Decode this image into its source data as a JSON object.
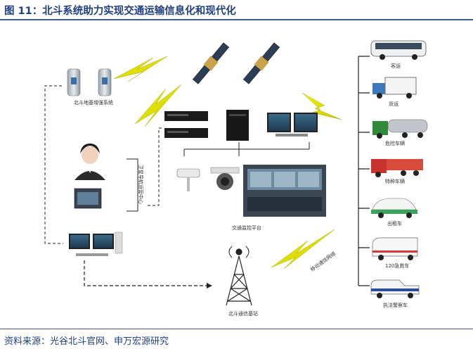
{
  "header": {
    "title": "图 11：北斗系统助力实现交通运输信息化和现代化"
  },
  "footer": {
    "source": "资料来源：光谷北斗官网、申万宏源研究"
  },
  "diagram": {
    "labels": {
      "ground_enhancement": "北斗地基增强系统",
      "nav_center": "卫星导航运营中心",
      "traffic_platform": "交通监控平台",
      "comm_base": "北斗通信基站",
      "comm_link": "移动通信网络"
    },
    "vehicles": [
      "客运",
      "货运",
      "危险车辆",
      "特种车辆",
      "出租车",
      "120急救车",
      "执法警察车"
    ],
    "colors": {
      "accent": "#1f3f7f",
      "signal": "#e6e600",
      "line": "#333333"
    }
  }
}
